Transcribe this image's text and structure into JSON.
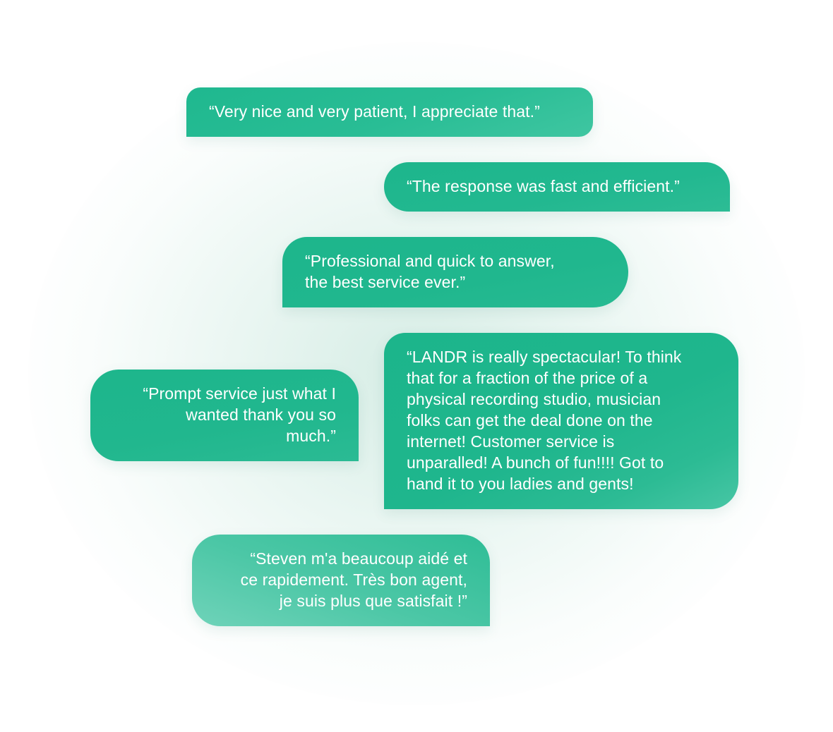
{
  "testimonials": [
    {
      "text": "“Very nice and very patient, I appreciate that.”"
    },
    {
      "text": "“The response was fast and efficient.”"
    },
    {
      "text": "“Professional and quick to answer,\nthe best service ever.”"
    },
    {
      "text": "“Prompt service just what I\nwanted thank you so\nmuch.”"
    },
    {
      "text": "“LANDR is really spectacular! To think\nthat for a fraction of the price of a\nphysical recording studio, musician\nfolks can get the deal done on the\ninternet! Customer service is\nunparalled! A bunch of fun!!!! Got to\nhand it to you ladies and gents!"
    },
    {
      "text": "“Steven m'a beaucoup aidé et\nce rapidement. Très bon agent,\nje suis plus que satisfait !”"
    }
  ],
  "colors": {
    "bubble_green": "#1db68c",
    "bubble_light_green": "#6fd3b9",
    "text": "#ffffff",
    "glow": "#d6eee6"
  }
}
